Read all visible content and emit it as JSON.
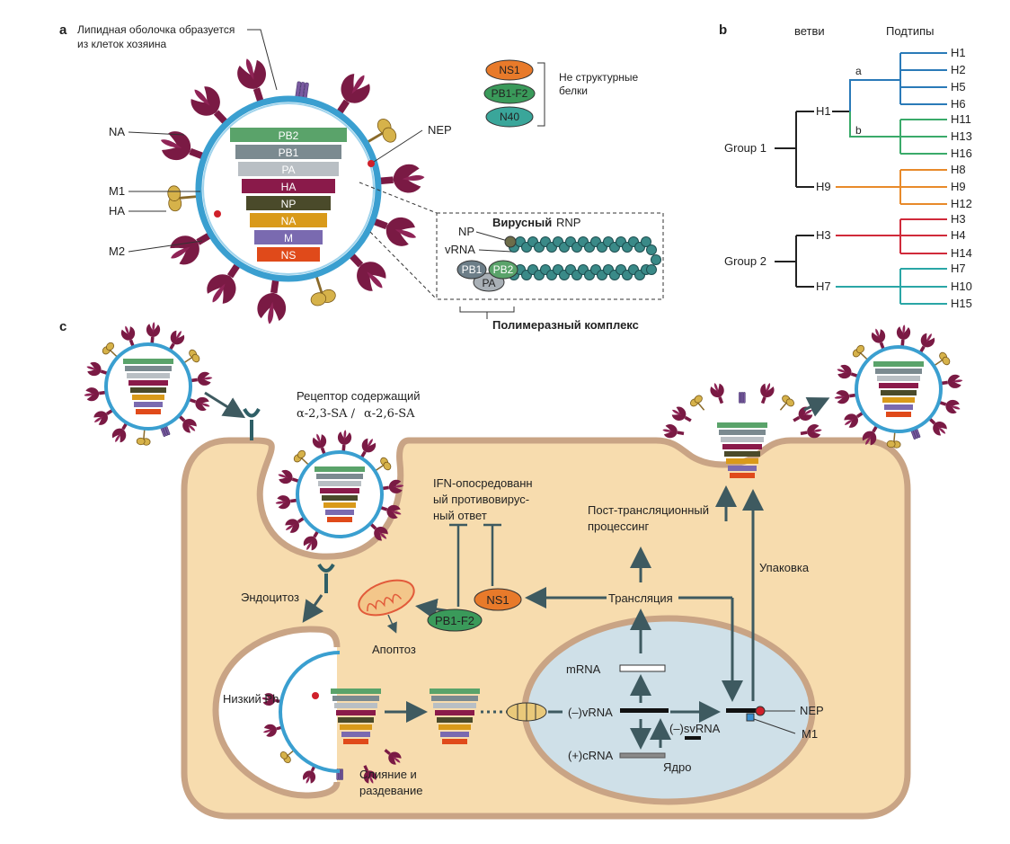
{
  "panel_a": {
    "letter": "a",
    "envelope_label": "Липидная оболочка образуется из клеток хозяина",
    "envelope_line1": "Липидная оболочка образуется",
    "envelope_line2": "из клеток хозяина",
    "callouts": {
      "na": "NA",
      "m1": "M1",
      "ha": "HA",
      "m2": "M2",
      "nep": "NEP"
    },
    "segments": [
      {
        "label": "PB2",
        "color": "#5aa36a"
      },
      {
        "label": "PB1",
        "color": "#7b8a90"
      },
      {
        "label": "PA",
        "color": "#b9bfc4"
      },
      {
        "label": "HA",
        "color": "#8a1a4a"
      },
      {
        "label": "NP",
        "color": "#4a4a2a"
      },
      {
        "label": "NA",
        "color": "#d99a1a"
      },
      {
        "label": "M",
        "color": "#7a6ab0"
      },
      {
        "label": "NS",
        "color": "#e04a1a"
      }
    ],
    "nonstructural": {
      "proteins": [
        {
          "label": "NS1",
          "color": "#e87a2a"
        },
        {
          "label": "PB1-F2",
          "color": "#3a9a5a"
        },
        {
          "label": "N40",
          "color": "#3aa69a"
        }
      ],
      "label_line1": "Не структурные",
      "label_line2": "белки"
    },
    "rnp": {
      "title1": "Вирусный",
      "title2": "RNP",
      "np": "NP",
      "vrna": "vRNA",
      "pb1": "PB1",
      "pb2": "PB2",
      "pa": "PA",
      "polymerase": "Полимеразный комплекс"
    }
  },
  "panel_b": {
    "letter": "b",
    "col_branches": "ветви",
    "col_subtypes": "Подтипы",
    "groups": [
      "Group 1",
      "Group 2"
    ],
    "nodes": {
      "h1": "H1",
      "h9": "H9",
      "h3": "H3",
      "h7": "H7",
      "a": "a",
      "b": "b"
    },
    "leaves": {
      "a": [
        "H1",
        "H2",
        "H5",
        "H6"
      ],
      "b": [
        "H11",
        "H13",
        "H16"
      ],
      "h9": [
        "H8",
        "H9",
        "H12"
      ],
      "h3": [
        "H3",
        "H4",
        "H14"
      ],
      "h7": [
        "H7",
        "H10",
        "H15"
      ]
    },
    "colors": {
      "a": "#2a7ab8",
      "b": "#3aaa6a",
      "h9": "#e88a2a",
      "h3": "#d02a3a",
      "h7": "#2aa6a6"
    }
  },
  "panel_c": {
    "letter": "c",
    "receptor1": "Рецептор содержащий",
    "receptor2a": "α-2,3-SA /",
    "receptor2b": "α-2,6-SA",
    "ifn1": "IFN-опосредованн",
    "ifn2": "ый противовирус-",
    "ifn3": "ный ответ",
    "post1": "Пост-трансляционный",
    "post2": "процессинг",
    "packaging": "Упаковка",
    "endocytosis": "Эндоцитоз",
    "apoptosis": "Апоптоз",
    "translation": "Трансляция",
    "ns1": "NS1",
    "pb1f2": "PB1-F2",
    "low_ph": "Низкий Ph",
    "fusion1": "Слияние и",
    "fusion2": "раздевание",
    "mrna": "mRNA",
    "minus_vrna": "(–)vRNA",
    "minus_svrna": "(–)svRNA",
    "plus_crna": "(+)cRNA",
    "nucleus": "Ядро",
    "nep": "NEP",
    "m1": "M1"
  }
}
